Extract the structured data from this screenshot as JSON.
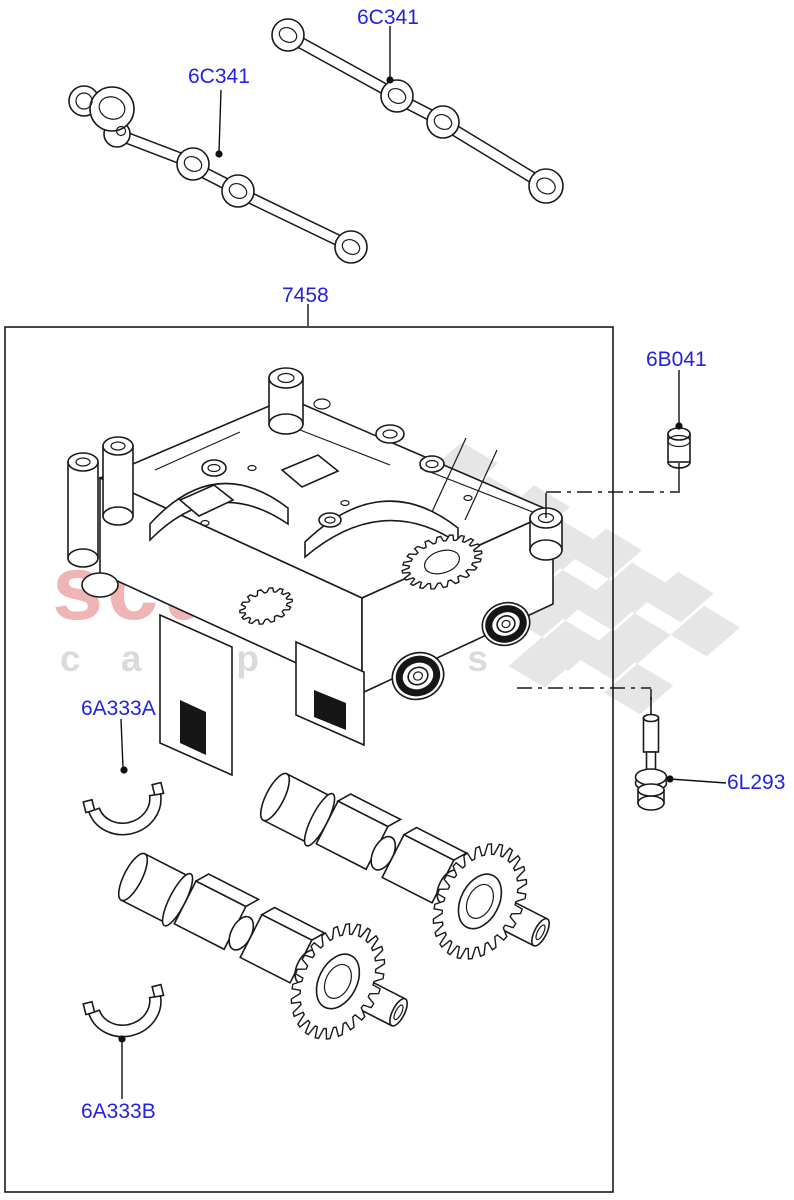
{
  "diagram": {
    "kind": "exploded-parts-diagram",
    "subject": "engine balance shaft module with gaskets, bearings and fixings",
    "background_color": "#ffffff",
    "line_color": "#1a1a1a",
    "label_color": "#2222e0"
  },
  "callouts": {
    "gasket_left": "6C341",
    "gasket_right": "6C341",
    "assembly": "7458",
    "dowel_pin": "6B041",
    "bolt": "6L293",
    "bearing_shell_upper": "6A333A",
    "bearing_shell_lower": "6A333B"
  },
  "watermark": {
    "brand": "scuderia",
    "tagline": "c a r p a r t s",
    "brand_color": "#efb5b5",
    "tagline_color": "#dadada",
    "flag_color": "#e6e6e6"
  }
}
